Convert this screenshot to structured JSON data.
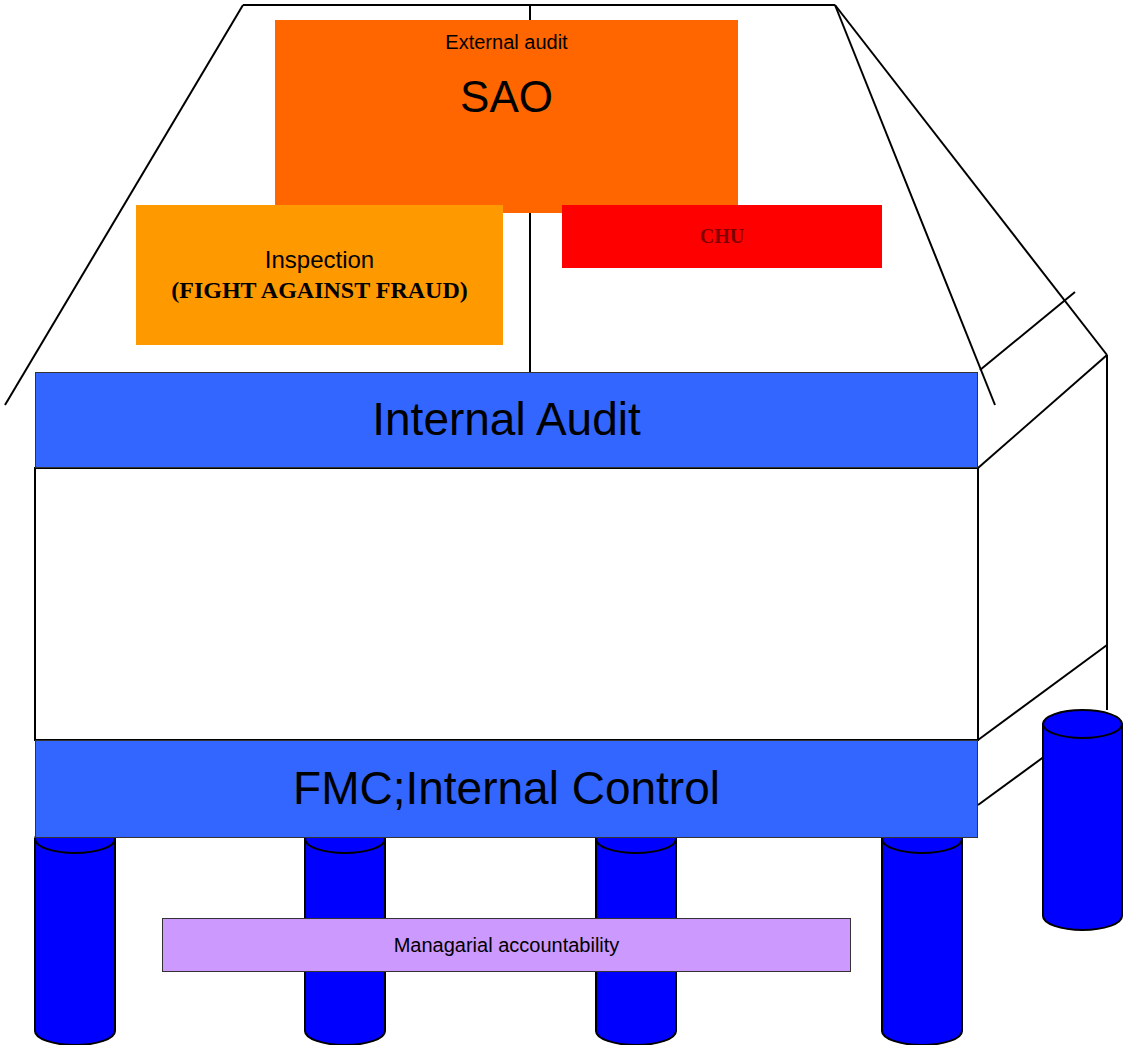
{
  "diagram": {
    "nodes": [
      {
        "text": [
          "External audit",
          "SAO"
        ]
      },
      {
        "text": [
          "Inspection",
          "(FIGHT AGAINST FRAUD)"
        ]
      },
      {
        "text": [
          "CHU"
        ]
      },
      {
        "text": [
          "Internal Audit"
        ]
      },
      {
        "text": [
          "FMC;Internal Control"
        ]
      },
      {
        "text": [
          "Managarial accountability"
        ]
      }
    ],
    "edges": []
  }
}
